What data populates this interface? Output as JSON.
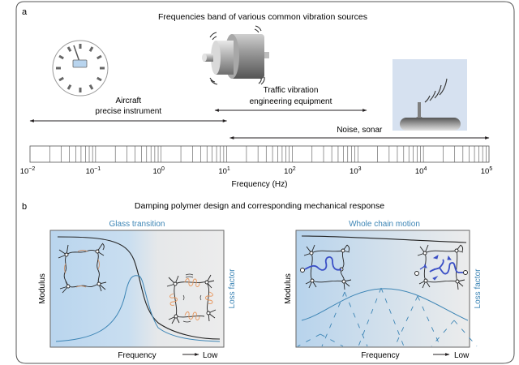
{
  "panel_a": {
    "label": "a",
    "title": "Frequencies band of various common vibration sources",
    "icons": [
      "gauge-icon",
      "motor-icon",
      "sonar-icon"
    ],
    "ranges": [
      {
        "name": "aircraft-range",
        "label_lines": [
          "Aircraft",
          "precise instrument"
        ],
        "from_exp": -2,
        "to_exp": 1
      },
      {
        "name": "traffic-range",
        "label_lines": [
          "Traffic vibration",
          "engineering equipment"
        ],
        "from_exp": 1,
        "to_exp": 3
      },
      {
        "name": "noise-range",
        "label_lines": [
          "Noise, sonar"
        ],
        "from_exp": 1,
        "to_exp": 5
      }
    ],
    "axis": {
      "label": "Frequency (Hz)",
      "scale": "log",
      "min_exp": -2,
      "max_exp": 5,
      "ticks": [
        {
          "base": "10",
          "exp": "−2"
        },
        {
          "base": "10",
          "exp": "−1"
        },
        {
          "base": "10",
          "exp": "0"
        },
        {
          "base": "10",
          "exp": "1"
        },
        {
          "base": "10",
          "exp": "2"
        },
        {
          "base": "10",
          "exp": "3"
        },
        {
          "base": "10",
          "exp": "4"
        },
        {
          "base": "10",
          "exp": "5"
        }
      ]
    }
  },
  "panel_b": {
    "label": "b",
    "title": "Damping polymer design and corresponding mechanical response",
    "plots": [
      {
        "name": "glass-transition",
        "title": "Glass transition",
        "ylabel_left": "Modulus",
        "ylabel_right": "Loss factor",
        "xlabel": "Frequency",
        "direction_label": "Low"
      },
      {
        "name": "whole-chain-motion",
        "title": "Whole chain motion",
        "ylabel_left": "Modulus",
        "ylabel_right": "Loss factor",
        "xlabel": "Frequency",
        "direction_label": "Low"
      }
    ]
  },
  "colors": {
    "accent_blue": "#3d85b5",
    "panel_fill_blue": "#bcd7ee",
    "panel_fill_gray": "#ebebeb",
    "chain_orange": "#e8a06a",
    "chain_blue": "#3a4fc6",
    "sonar_bg": "#d6e1f0"
  }
}
